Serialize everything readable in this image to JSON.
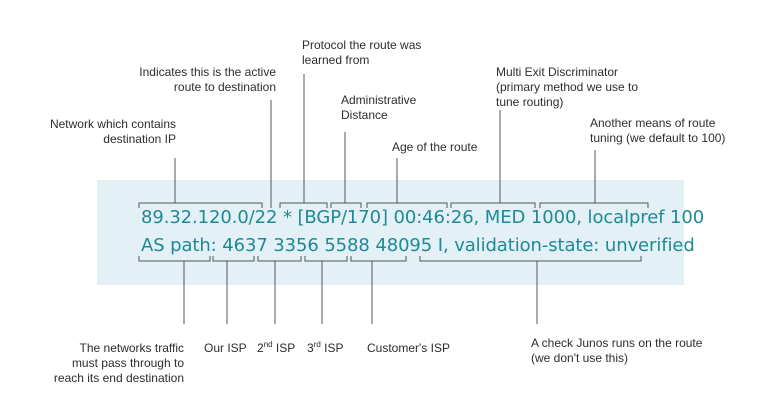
{
  "route": {
    "line1": "89.32.120.0/22 * [BGP/170] 00:46:26, MED 1000, localpref 100",
    "line2": "AS path: 4637 3356 5588 48095 I, validation-state: unverified"
  },
  "labels_top": {
    "network": [
      "Network which contains",
      "destination IP"
    ],
    "active": [
      "Indicates this is the active",
      "route to destination"
    ],
    "protocol": [
      "Protocol the route was",
      "learned from"
    ],
    "admin": [
      "Administrative",
      "Distance"
    ],
    "age": "Age of the route",
    "med": [
      "Multi Exit Discriminator",
      "(primary method we use to",
      "tune routing)"
    ],
    "localpref": [
      "Another means of route",
      "tuning (we default to 100)"
    ]
  },
  "labels_bottom": {
    "as_path": [
      "The networks traffic",
      "must pass through to",
      "reach its end destination"
    ],
    "our_isp": "Our ISP",
    "second_isp_num": "2",
    "second_isp_sup": "nd",
    "second_isp_text": " ISP",
    "third_isp_num": "3",
    "third_isp_sup": "rd",
    "third_isp_text": " ISP",
    "customer_isp": "Customer's ISP",
    "validation": [
      "A check Junos runs on the route",
      "(we don't use this)"
    ]
  },
  "colors": {
    "panel": "#e3f0f6",
    "route_text": "#1e8a96",
    "connector": "#555555"
  }
}
